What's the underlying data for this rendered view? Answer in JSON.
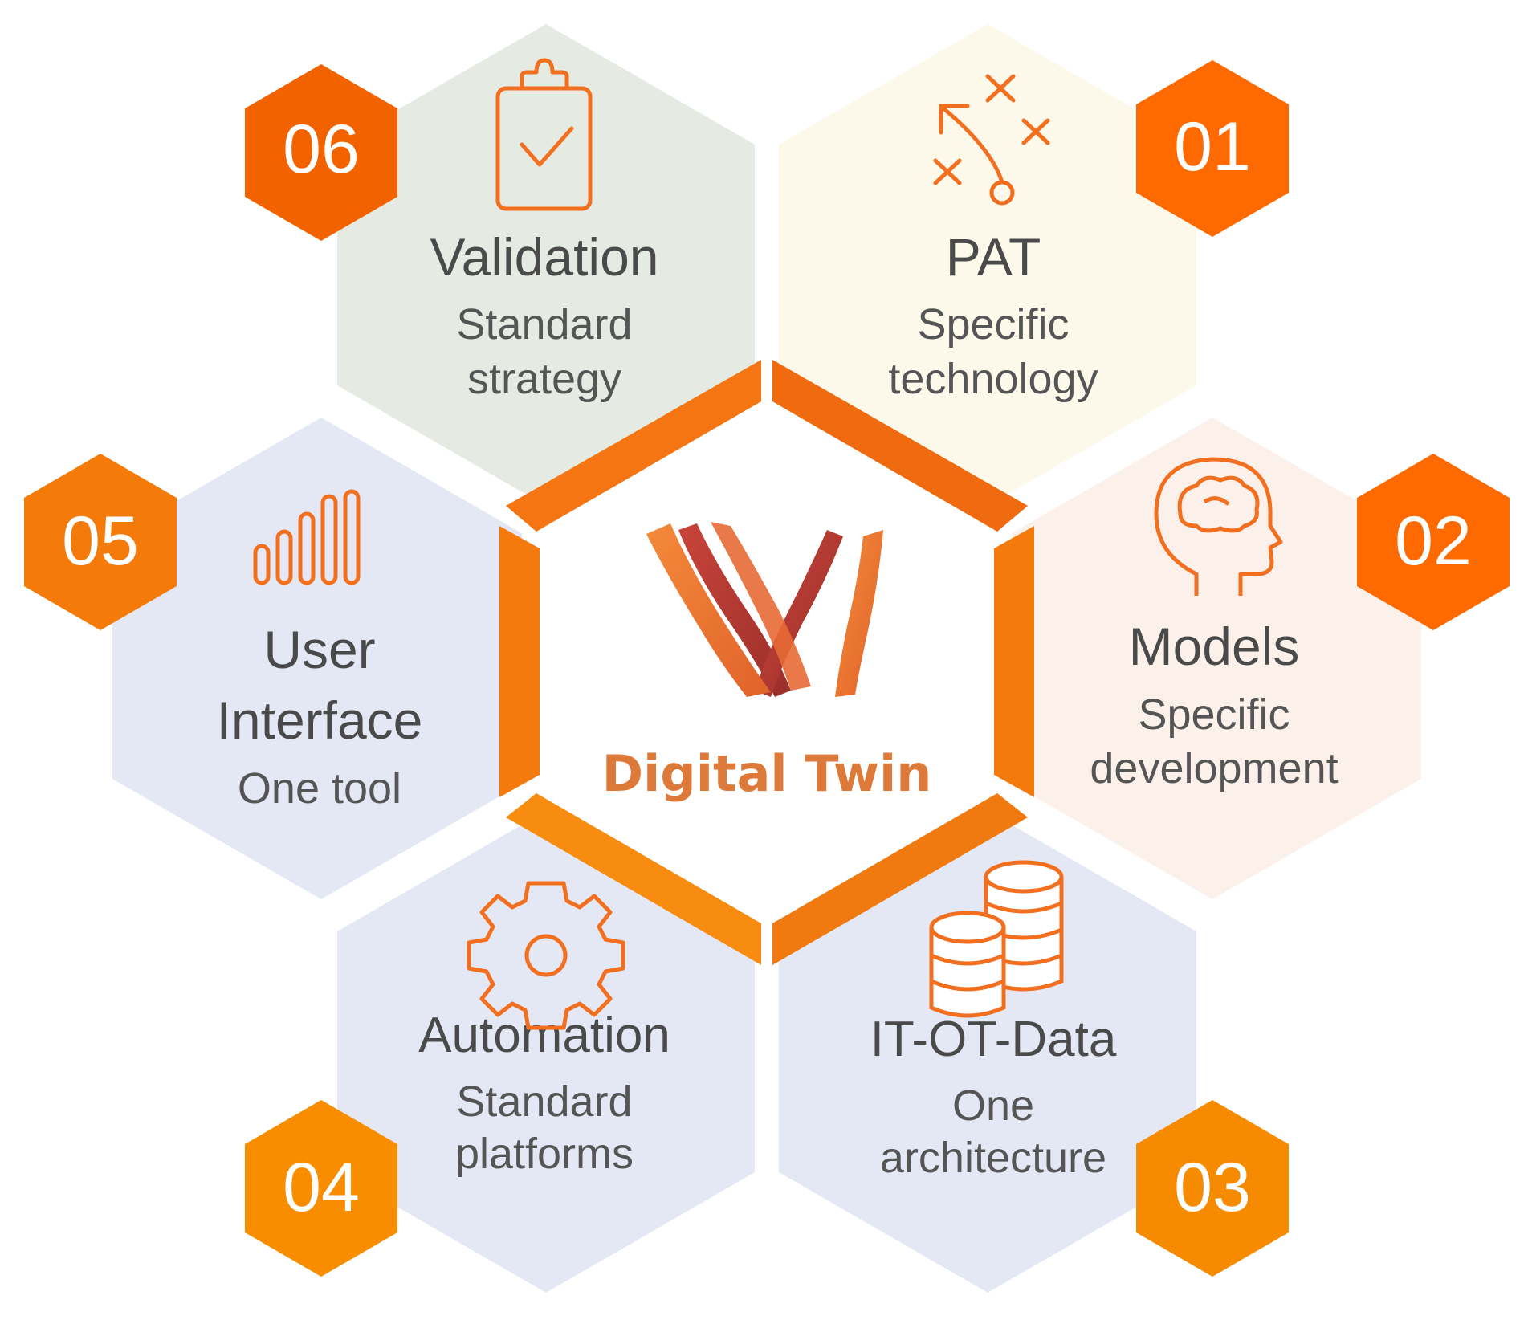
{
  "center": {
    "label": "Digital Twin",
    "label_color": "#dd7a3a"
  },
  "colors": {
    "orange": "#f07a10",
    "orange_dark": "#ff6a00",
    "orange_light": "#ff8a00",
    "icon_stroke": "#f26f1f"
  },
  "segments": [
    {
      "number": "01",
      "title": "PAT",
      "subtitle": [
        "Specific",
        "technology"
      ],
      "icon": "strategy-play-icon",
      "fill": "#fcf9ea"
    },
    {
      "number": "02",
      "title": "Models",
      "subtitle": [
        "Specific",
        "development"
      ],
      "icon": "human-head-brain-icon",
      "fill": "#fbf1ea"
    },
    {
      "number": "03",
      "title": "IT-OT-Data",
      "subtitle": [
        "One",
        "architecture"
      ],
      "icon": "database-stack-icon",
      "fill": "#e3e8f4"
    },
    {
      "number": "04",
      "title": "Automation",
      "subtitle": [
        "Standard",
        "platforms"
      ],
      "icon": "gear-icon",
      "fill": "#e3e8f4"
    },
    {
      "number": "05",
      "title": [
        "User",
        "Interface"
      ],
      "subtitle": [
        "One tool"
      ],
      "icon": "bar-signal-icon",
      "fill": "#e3e8f4"
    },
    {
      "number": "06",
      "title": "Validation",
      "subtitle": [
        "Standard",
        "strategy"
      ],
      "icon": "clipboard-check-icon",
      "fill": "#e5ebe2"
    }
  ]
}
